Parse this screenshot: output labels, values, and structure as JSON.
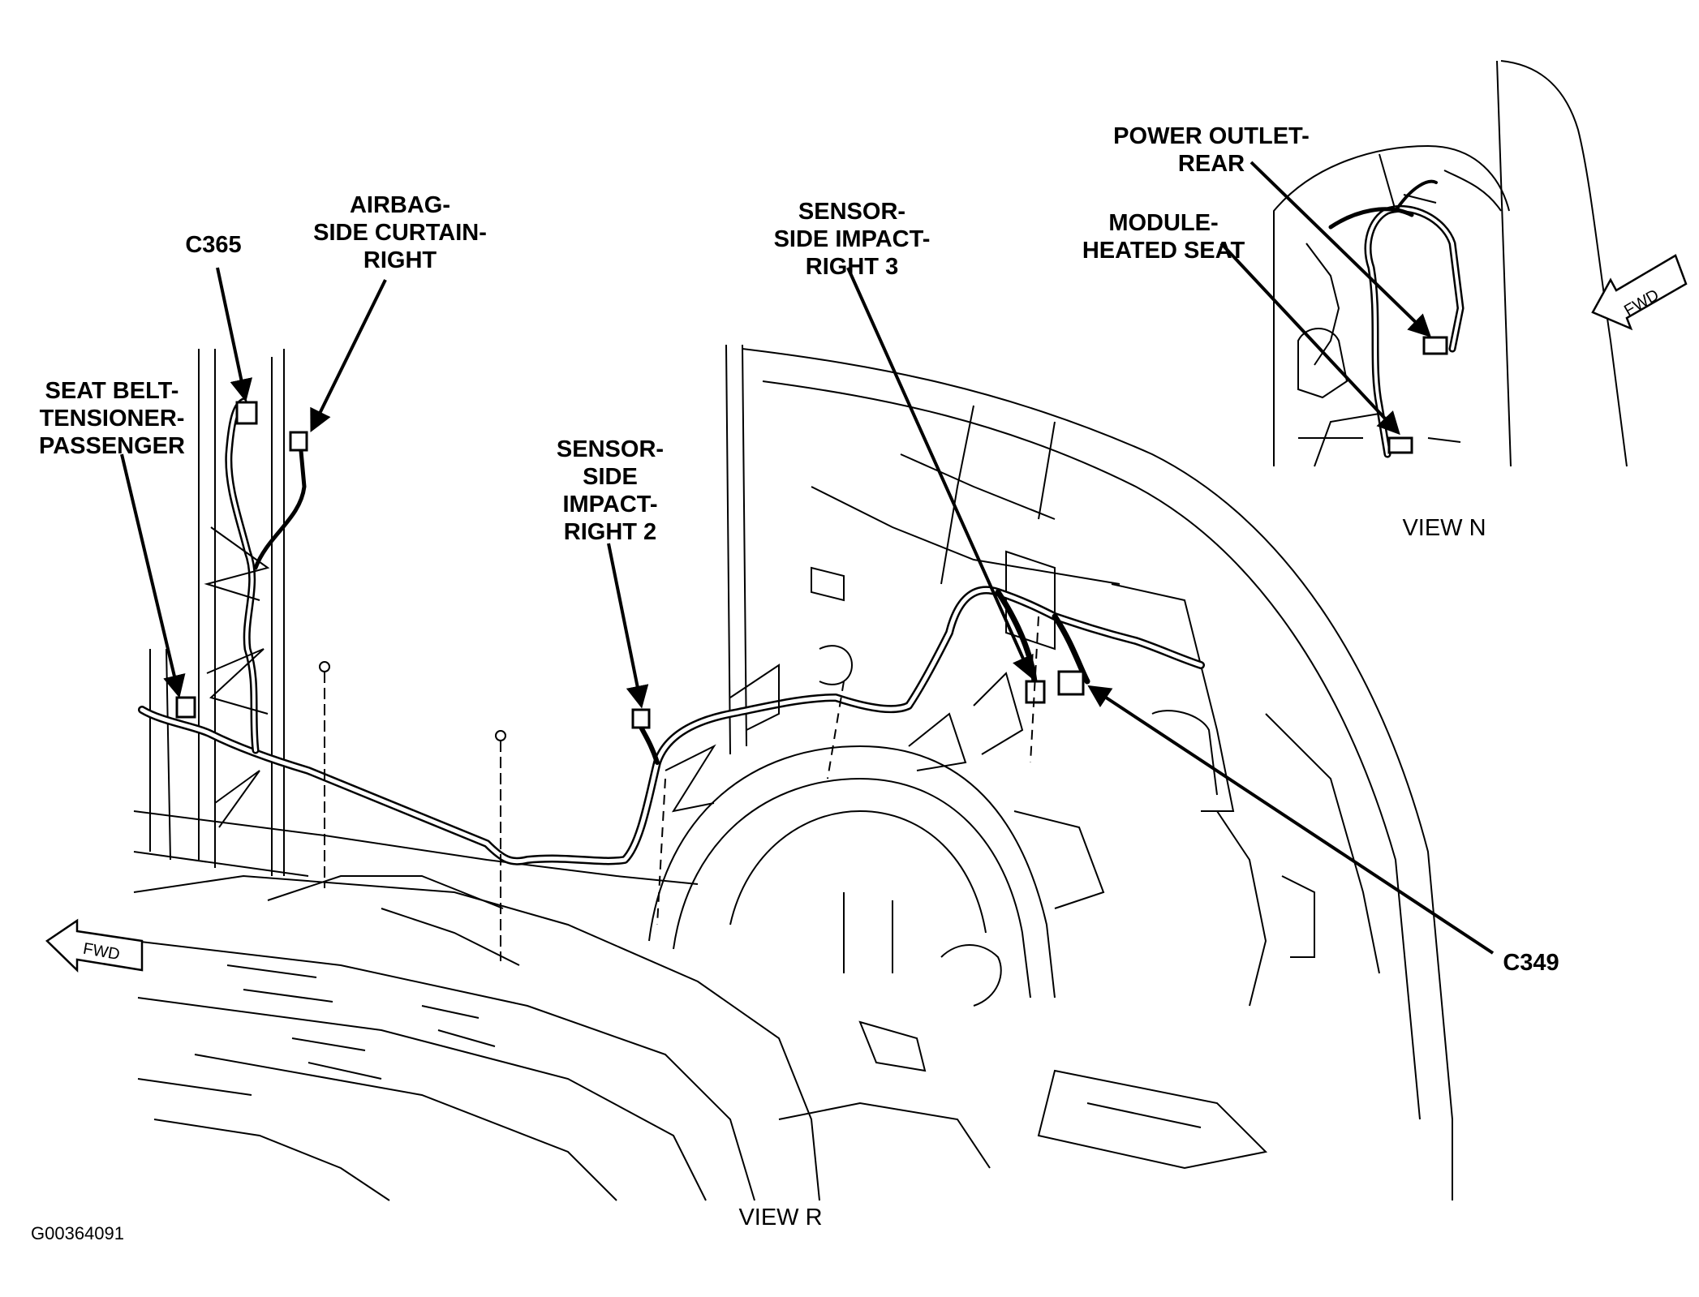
{
  "figure_id": "G00364091",
  "views": {
    "main": "VIEW R",
    "inset": "VIEW N"
  },
  "direction_arrows": {
    "main": "FWD",
    "inset": "FWD"
  },
  "callouts": {
    "c365": "C365",
    "airbag": [
      "AIRBAG-",
      "SIDE CURTAIN-",
      "RIGHT"
    ],
    "seat_belt": [
      "SEAT BELT-",
      "TENSIONER-",
      "PASSENGER"
    ],
    "sensor_2": [
      "SENSOR-",
      "SIDE",
      "IMPACT-",
      "RIGHT 2"
    ],
    "sensor_3": [
      "SENSOR-",
      "SIDE IMPACT-",
      "RIGHT 3"
    ],
    "c349": "C349",
    "power_outlet": [
      "POWER OUTLET-",
      "REAR"
    ],
    "module": [
      "MODULE-",
      "HEATED SEAT"
    ]
  },
  "colors": {
    "line": "#000000",
    "background": "#ffffff"
  },
  "icons": [
    "forward-arrow-icon",
    "connector-icon",
    "fastener-icon"
  ]
}
